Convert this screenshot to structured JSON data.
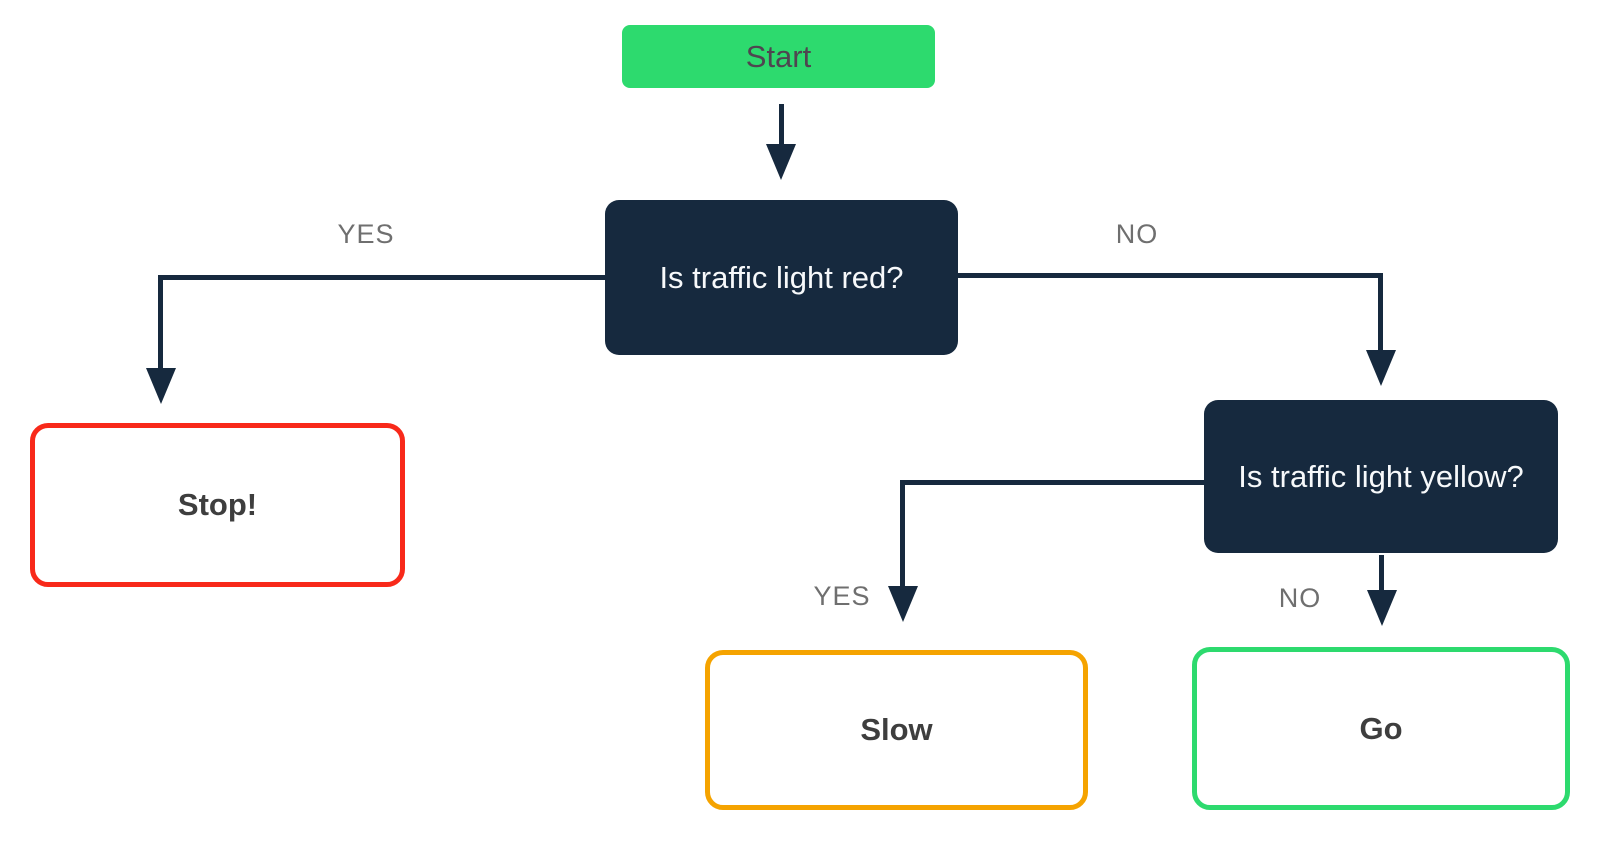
{
  "diagram": {
    "title": "Traffic light decision flowchart",
    "background_color": "#ffffff"
  },
  "colors": {
    "start_fill": "#2dda6e",
    "decision_fill": "#16293e",
    "stop_border": "#f8291a",
    "slow_border": "#f5a300",
    "go_border": "#2dda6e",
    "connector": "#16293e",
    "edge_label_text": "#6f6f6f",
    "outcome_text": "#3e3e3e",
    "decision_text": "#f7f9fb"
  },
  "nodes": {
    "start": {
      "label": "Start",
      "type": "start"
    },
    "red_question": {
      "label": "Is traffic light red?",
      "type": "decision"
    },
    "yellow_question": {
      "label": "Is traffic light yellow?",
      "type": "decision"
    },
    "stop": {
      "label": "Stop!",
      "type": "outcome"
    },
    "slow": {
      "label": "Slow",
      "type": "outcome"
    },
    "go": {
      "label": "Go",
      "type": "outcome"
    }
  },
  "edges": {
    "start_to_red": {
      "label": ""
    },
    "red_yes": {
      "label": "YES",
      "from": "red_question",
      "to": "stop"
    },
    "red_no": {
      "label": "NO",
      "from": "red_question",
      "to": "yellow_question"
    },
    "yellow_yes": {
      "label": "YES",
      "from": "yellow_question",
      "to": "slow"
    },
    "yellow_no": {
      "label": "NO",
      "from": "yellow_question",
      "to": "go"
    }
  }
}
